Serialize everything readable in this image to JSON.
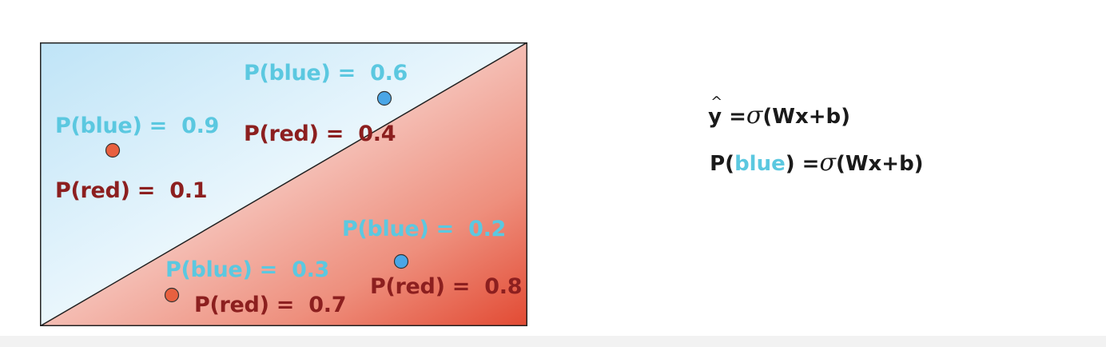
{
  "points": [
    {
      "color": "red",
      "blue_label": "P(blue) =  0.9",
      "red_label": "P(red) =  0.1"
    },
    {
      "color": "blue",
      "blue_label": "P(blue) =  0.6",
      "red_label": "P(red) =  0.4"
    },
    {
      "color": "red",
      "blue_label": "P(blue) =  0.3",
      "red_label": "P(red) =  0.7"
    },
    {
      "color": "blue",
      "blue_label": "P(blue) =  0.2",
      "red_label": "P(red) =  0.8"
    }
  ],
  "colors": {
    "blue_text": "#5bc8e0",
    "red_text": "#8c1f1f",
    "blue_point": "#4aa6e6",
    "red_point": "#e8603f",
    "blue_region": "#bfe4f7",
    "red_region": "#e24a33"
  },
  "formulas": {
    "line1": {
      "y": "y",
      "hat": "^",
      "eq": " =",
      "sigma": "σ",
      "args": "(Wx+b)"
    },
    "line2": {
      "prefix": "P(",
      "blue_word": "blue",
      "suffix": ") =",
      "sigma": "σ",
      "args": "(Wx+b)"
    }
  }
}
